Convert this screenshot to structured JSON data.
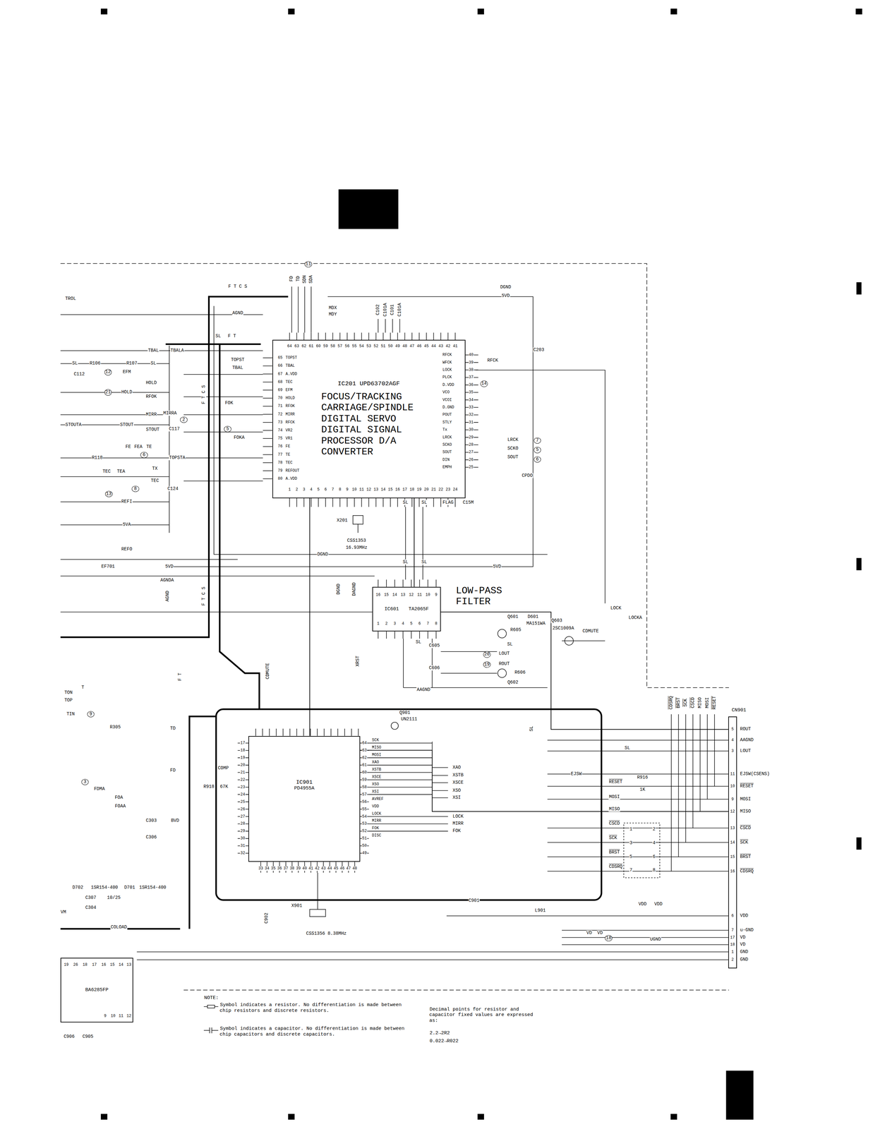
{
  "diagram": {
    "nodes": [
      {
        "text": [
          "IC201 UPD63702AGF",
          "FOCUS/TRACKING CARRIAGE/SPINDLE DIGITAL SERVO DIGITAL SIGNAL PROCESSOR D/A CONVERTER"
        ]
      },
      {
        "text": [
          "LOW-PASS FILTER",
          "IC601",
          "TA2065F"
        ]
      },
      {
        "text": [
          "IC901",
          "PD4955A"
        ]
      },
      {
        "text": [
          "CN901"
        ]
      },
      {
        "text": [
          "BA6285FP"
        ]
      }
    ],
    "edges": [
      {
        "from": 0,
        "to": 1,
        "arrow": "none"
      },
      {
        "from": 1,
        "to": 3,
        "arrow": "none"
      },
      {
        "from": 2,
        "to": 3,
        "arrow": "none"
      },
      {
        "from": 0,
        "to": 2,
        "arrow": "none"
      }
    ],
    "labels": [
      "F T C S",
      "AGND",
      "SL",
      "F T",
      "DGND",
      "5VD",
      "TROL",
      "MDX",
      "MDY",
      "RFCK",
      "LRCK",
      "SCKO",
      "SOUT",
      "CPDO",
      "FLAG",
      "C15M",
      "X201",
      "CSS1353",
      "16.93MHz",
      "DGND",
      "5VD",
      "SL",
      "SL",
      "SL",
      "SL",
      "TOPST",
      "TBAL",
      "FOK",
      "FOKA",
      "C203",
      "LOCK",
      "LOCKA",
      "FD",
      "TD",
      "SDN",
      "SDA",
      "C102",
      "C101A",
      "C101",
      "C101A",
      "AGND",
      "F T C S",
      "F T C S",
      "DGND",
      "DAGND",
      "CDMUTE",
      "XRST",
      "F T",
      "SL",
      "C902",
      "11",
      "12",
      "21",
      "2",
      "6",
      "8",
      "13",
      "5",
      "14",
      "7",
      "5",
      "6",
      "20",
      "19",
      "9",
      "3",
      "18",
      "TBAL",
      "TBALA",
      "SL",
      "SL",
      "R106",
      "R107",
      "C112",
      "EFM",
      "HOLD",
      "HOLD",
      "RFOK",
      "MIRR",
      "MIRRA",
      "STOUTA",
      "STOUT",
      "STOUT",
      "C117",
      "FE",
      "FEA",
      "TE",
      "TOPSTA",
      "R118",
      "TEC",
      "TEA",
      "TX",
      "TEC",
      "C124",
      "REFI",
      "5VA",
      "REFO",
      "EF701",
      "5VD",
      "AGNDA",
      "65",
      "66",
      "67",
      "68",
      "69",
      "70",
      "71",
      "72",
      "73",
      "74",
      "75",
      "76",
      "77",
      "78",
      "79",
      "80",
      "TOPST",
      "TBAL",
      "A.VDD",
      "TEC",
      "EFM",
      "HOLD",
      "RFOK",
      "MIRR",
      "RFCK",
      "VR2",
      "VR1",
      "FE",
      "TE",
      "TEC",
      "REFOUT",
      "A.VDD",
      "64",
      "63",
      "62",
      "61",
      "60",
      "59",
      "58",
      "57",
      "56",
      "55",
      "54",
      "53",
      "52",
      "51",
      "50",
      "49",
      "48",
      "47",
      "46",
      "45",
      "44",
      "43",
      "42",
      "41",
      "RFCK",
      "WFCK",
      "LOCK",
      "PLCK",
      "D.VDD",
      "VCO",
      "VCOI",
      "D.GND",
      "POUT",
      "STLY",
      "Tx",
      "LRCK",
      "SCKO",
      "SOUT",
      "DIN",
      "EMPH",
      "40",
      "39",
      "38",
      "37",
      "36",
      "35",
      "34",
      "33",
      "32",
      "31",
      "30",
      "29",
      "28",
      "27",
      "26",
      "25",
      "1",
      "2",
      "3",
      "4",
      "5",
      "6",
      "7",
      "8",
      "9",
      "10",
      "11",
      "12",
      "13",
      "14",
      "15",
      "16",
      "17",
      "18",
      "19",
      "20",
      "21",
      "22",
      "23",
      "24",
      "16",
      "15",
      "14",
      "13",
      "12",
      "11",
      "10",
      "9",
      "1",
      "2",
      "3",
      "4",
      "5",
      "6",
      "7",
      "8",
      "SL",
      "C605",
      "C606",
      "AAGND",
      "Q601",
      "R605",
      "D601",
      "MA151WA",
      "Q603",
      "2SC1009A",
      "CDMUTE",
      "SL",
      "LOUT",
      "ROUT",
      "Q602",
      "R606",
      "SL",
      "17",
      "18",
      "19",
      "20",
      "21",
      "22",
      "23",
      "24",
      "25",
      "26",
      "27",
      "28",
      "29",
      "30",
      "31",
      "32",
      "64",
      "63",
      "62",
      "61",
      "60",
      "59",
      "58",
      "57",
      "56",
      "55",
      "54",
      "53",
      "52",
      "51",
      "50",
      "49",
      "SCK",
      "MISO",
      "MOSI",
      "XAO",
      "XSTB",
      "XSCE",
      "XSO",
      "XSI",
      "AVREF",
      "VDD",
      "LOCK",
      "MIRR",
      "FOK",
      "DISC",
      "33",
      "34",
      "35",
      "36",
      "37",
      "38",
      "39",
      "40",
      "41",
      "42",
      "43",
      "44",
      "45",
      "46",
      "47",
      "48",
      "XAO",
      "XSTB",
      "XSCE",
      "XSO",
      "XSI",
      "LOCK",
      "MIRR",
      "FOK",
      "COMP",
      "R918",
      "67K",
      "X901",
      "CSS1356 8.38MHz",
      "Q901",
      "UN2111",
      "5",
      "4",
      "3",
      "11",
      "10",
      "9",
      "12",
      "13",
      "14",
      "15",
      "16",
      "6",
      "7",
      "17",
      "18",
      "1",
      "2",
      "ROUT",
      "AAGND",
      "LOUT",
      "EJSW(CSENS)",
      "RESET",
      "MOSI",
      "MISO",
      "CSCD",
      "SCK",
      "BRST",
      "CDSRQ",
      "VDD",
      "u-GND",
      "VD",
      "VD",
      "GND",
      "GND",
      "CDSRQ",
      "BRST",
      "SCK",
      "CSCD",
      "MISO",
      "MOSI",
      "RESET",
      "EJSW",
      "RESET",
      "MOSI",
      "MISO",
      "CSCD",
      "SCK",
      "BRST",
      "CDSRQ",
      "R916",
      "1K",
      "1",
      "2",
      "3",
      "4",
      "5",
      "6",
      "7",
      "8",
      "VDD",
      "VDD",
      "L901",
      "C901",
      "VD",
      "VD",
      "UGND",
      "T",
      "TON",
      "TOP",
      "TIN",
      "R305",
      "TD",
      "FD",
      "FDMA",
      "FOA",
      "FOAA",
      "C303",
      "BVD",
      "C306",
      "D702",
      "1SR154-400",
      "D701",
      "1SR154-400",
      "C307",
      "10/25",
      "C304",
      "VM",
      "COLOAD",
      "C906",
      "C905",
      "19",
      "26",
      "18",
      "17",
      "16",
      "15",
      "14",
      "13",
      "9",
      "10",
      "11",
      "12",
      "NOTE:",
      "Symbol indicates a resistor. No differentiation is made between chip resistors and discrete resistors.",
      "Symbol indicates a capacitor. No differentiation is made between chip capacitors and discrete capacitors.",
      "Decimal points for resistor and capacitor fixed values are expressed as:",
      "2.2→2R2",
      "0.022→R022"
    ]
  }
}
